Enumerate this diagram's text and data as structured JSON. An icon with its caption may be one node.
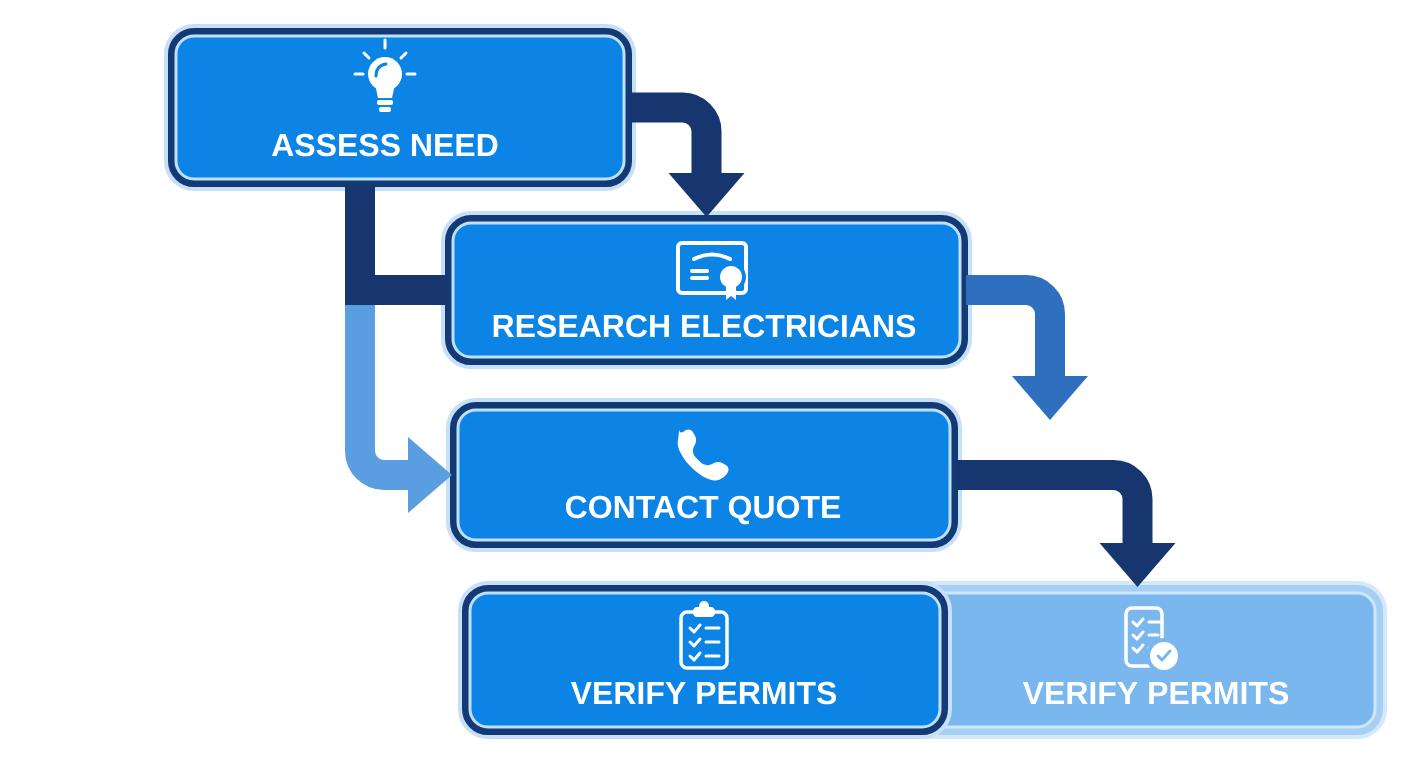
{
  "diagram": {
    "nodes": [
      {
        "text": [
          "ASSESS NEED"
        ]
      },
      {
        "text": [
          "RESEARCH ELECTRICIANS"
        ]
      },
      {
        "text": [
          "CONTACT QUOTE"
        ]
      },
      {
        "text": [
          "VERIFY PERMITS"
        ]
      },
      {
        "text": [
          "VERIFY PERMITS"
        ]
      }
    ],
    "edges": [
      {
        "from": 0,
        "to": 1,
        "arrow": "to"
      },
      {
        "from": 0,
        "to": 1,
        "arrow": "none"
      },
      {
        "from": 0,
        "to": 2,
        "arrow": "to",
        "color": "#5a9de0"
      },
      {
        "from": 1,
        "to": null,
        "arrow": "to",
        "color": "#2f6fbf"
      },
      {
        "from": 2,
        "to": 4,
        "arrow": "to"
      }
    ]
  }
}
